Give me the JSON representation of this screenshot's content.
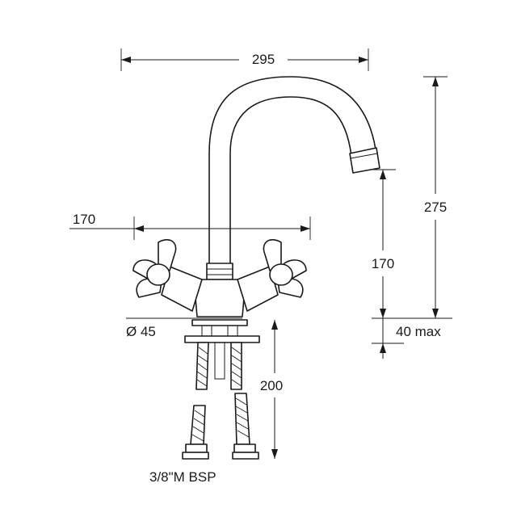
{
  "dimensions": {
    "overall_width": "295",
    "handle_span": "170",
    "total_height": "275",
    "spout_height": "170",
    "deck_thickness": "40 max",
    "base_diameter": "Ø 45",
    "hose_length": "200"
  },
  "connection_label": "3/8\"M BSP"
}
